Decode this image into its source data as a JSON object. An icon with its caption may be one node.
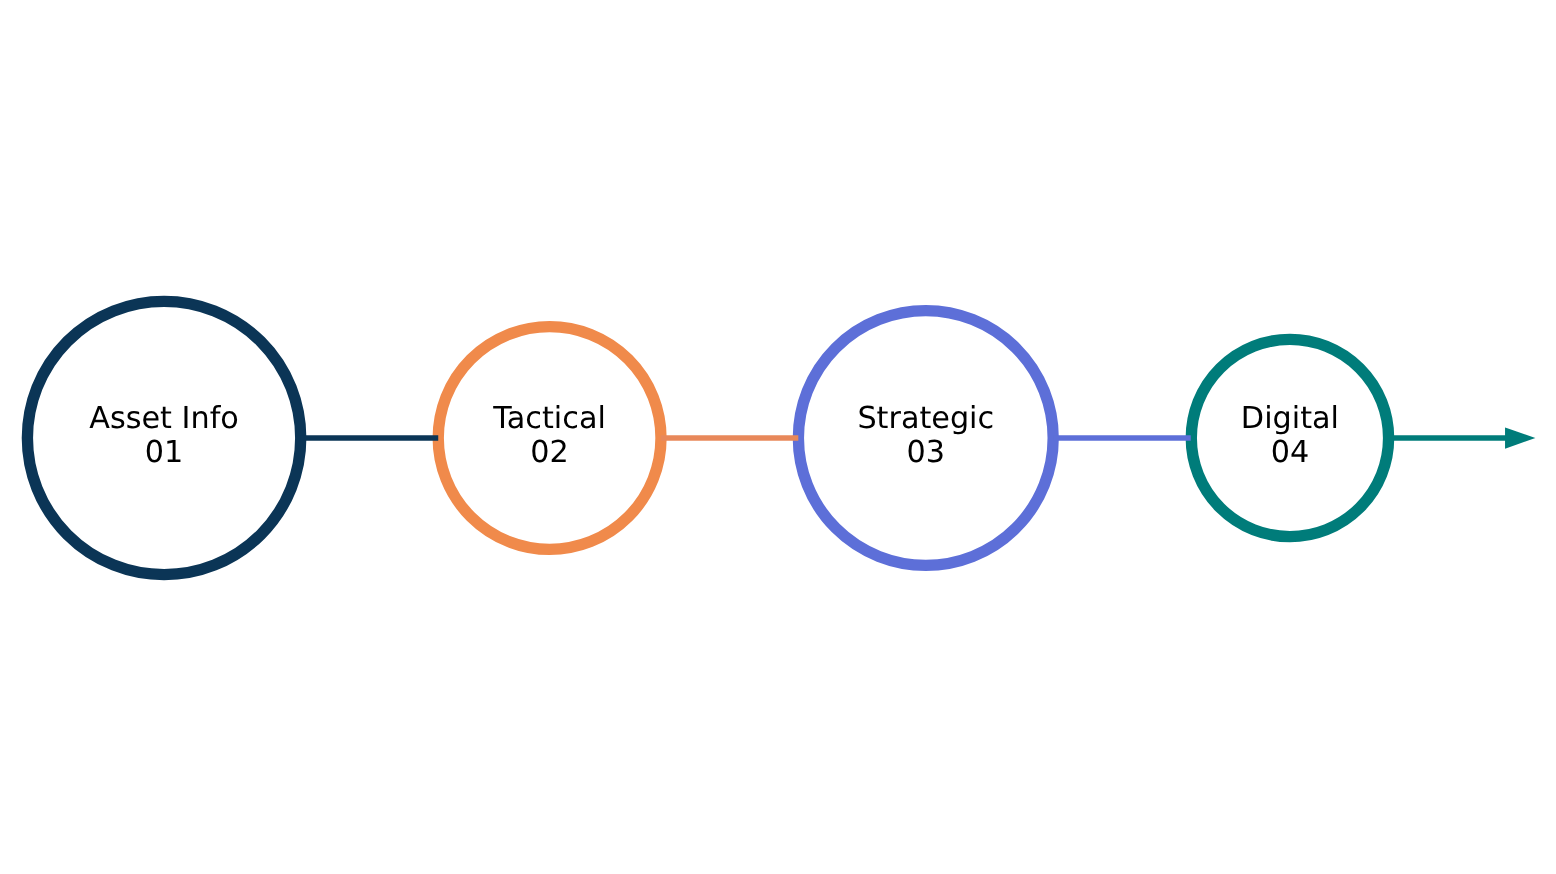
{
  "diagram": {
    "nodes": [
      {
        "text": [
          "Asset Info",
          "01"
        ]
      },
      {
        "text": [
          "Tactical",
          "02"
        ]
      },
      {
        "text": [
          "Strategic",
          "03"
        ]
      },
      {
        "text": [
          "Digital",
          "04"
        ]
      }
    ],
    "edges": [
      {
        "from": 0,
        "to": 1,
        "arrow": "none",
        "color": "#0b3556"
      },
      {
        "from": 1,
        "to": 2,
        "arrow": "none",
        "color": "#e8885a"
      },
      {
        "from": 2,
        "to": 3,
        "arrow": "none",
        "color": "#5d6fd8"
      },
      {
        "from": 3,
        "to": null,
        "arrow": "to",
        "color": "#007c7a"
      }
    ]
  }
}
